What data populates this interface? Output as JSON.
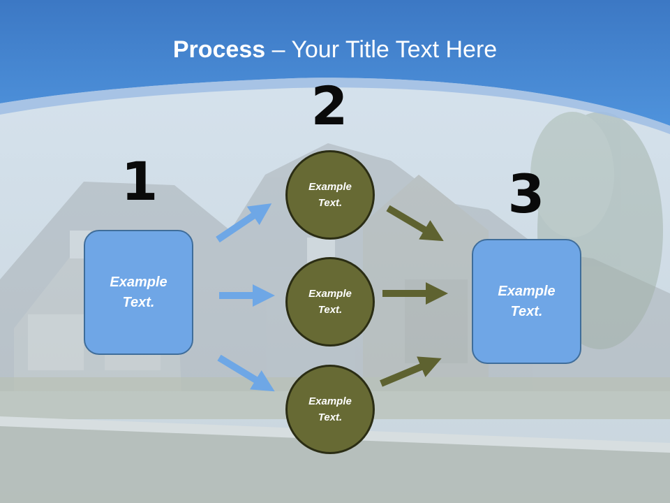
{
  "slide": {
    "title_bold": "Process",
    "title_rest": " – Your Title Text Here"
  },
  "steps": [
    {
      "number": "1",
      "label_line1": "Example",
      "label_line2": "Text."
    },
    {
      "number": "2"
    },
    {
      "number": "3",
      "label_line1": "Example",
      "label_line2": "Text."
    }
  ],
  "circles": [
    {
      "line1": "Example",
      "line2": "Text."
    },
    {
      "line1": "Example",
      "line2": "Text."
    },
    {
      "line1": "Example",
      "line2": "Text."
    }
  ],
  "colors": {
    "header_blue": "#4a8fd8",
    "box_blue": "#6fa6e6",
    "circle_olive": "#676a34",
    "arrow_blue": "#6ea7e6",
    "arrow_olive": "#5e6230"
  }
}
